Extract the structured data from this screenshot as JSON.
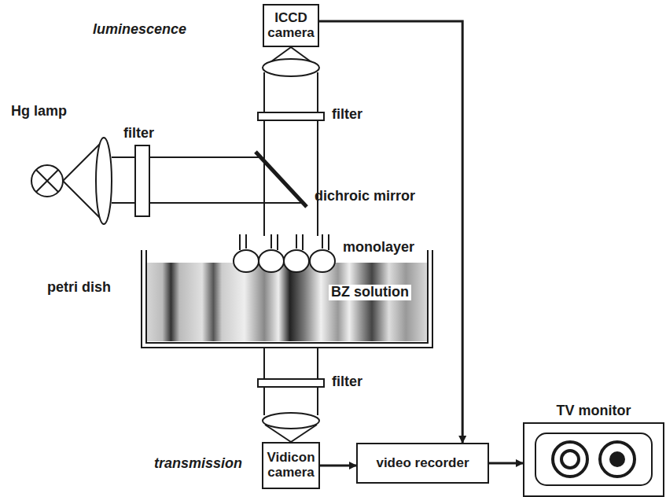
{
  "diagram": {
    "nodes": [
      {
        "text": [
          "ICCD camera"
        ]
      },
      {
        "text": [
          "Vidicon camera"
        ]
      },
      {
        "text": [
          "video recorder"
        ]
      },
      {
        "text": [
          "TV monitor"
        ]
      }
    ],
    "edges": [
      {
        "from": 0,
        "to": 2,
        "arrow": "to"
      },
      {
        "from": 1,
        "to": 2,
        "arrow": "to"
      },
      {
        "from": 2,
        "to": 3,
        "arrow": "to"
      }
    ],
    "labels": [
      "luminescence",
      "filter",
      "Hg lamp",
      "filter",
      "dichroic mirror",
      "monolayer",
      "petri dish",
      "BZ solution",
      "filter",
      "transmission"
    ]
  }
}
